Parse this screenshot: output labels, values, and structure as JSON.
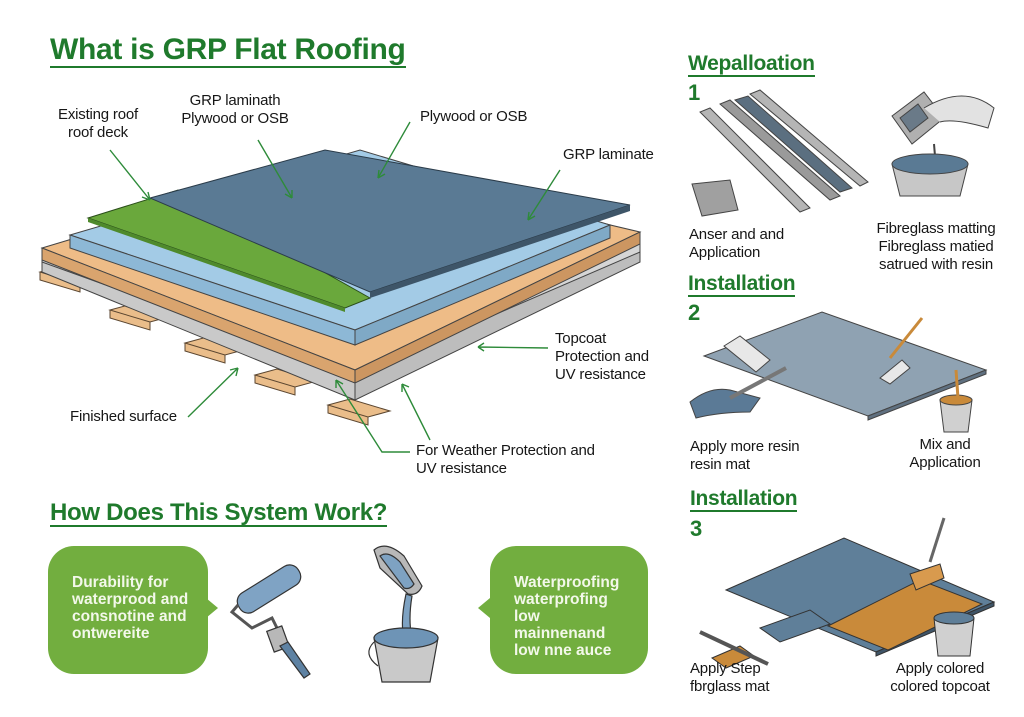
{
  "main": {
    "title": "What is GRP Flat Roofing",
    "layer_labels": {
      "existing_roof": [
        "Existing roof",
        "roof deck"
      ],
      "grp_laminath": [
        "GRP laminath",
        "Plywood or OSB"
      ],
      "plywood": "Plywood or OSB",
      "grp_laminate": "GRP laminate",
      "topcoat": [
        "Topcoat",
        "Protection and",
        "UV resistance"
      ],
      "finished_surface": "Finished surface",
      "weather": [
        "For Weather Protection and",
        "UV resistance"
      ]
    },
    "colors": {
      "title_green": "#1f7a2c",
      "grp_blue": "#5a7a94",
      "green_layer": "#6aa83c",
      "blue_layer": "#9fc8e3",
      "wood_layer": "#eeba86",
      "grey_layer": "#d3d3d3",
      "arrow_green": "#2e8b3a",
      "bubble_green": "#72ae3f"
    }
  },
  "how": {
    "title": "How Does This System Work?",
    "bubble_left": [
      "Durability for",
      "waterprood and",
      "consnotine and",
      "ontwereite"
    ],
    "bubble_right": [
      "Waterproofing",
      "waterprofing",
      "low mainnenand",
      "low nne auce"
    ],
    "icons": [
      "paint-roller-icon",
      "bucket-pour-icon"
    ]
  },
  "steps": [
    {
      "title": "Wepalloation",
      "number": "1",
      "left_caption": [
        "Anser and and",
        "Application"
      ],
      "right_caption": [
        "Fibreglass matting",
        "Fibreglass matied",
        "satrued with resin"
      ]
    },
    {
      "title": "Installation",
      "number": "2",
      "left_caption": [
        "Apply more resin",
        "resin mat"
      ],
      "right_caption": [
        "Mix and",
        "Application"
      ]
    },
    {
      "title": "Installation",
      "number": "3",
      "left_caption": [
        "Apply Step",
        "fbrglass mat"
      ],
      "right_caption": [
        "Apply colored",
        "colored topcoat"
      ]
    }
  ]
}
